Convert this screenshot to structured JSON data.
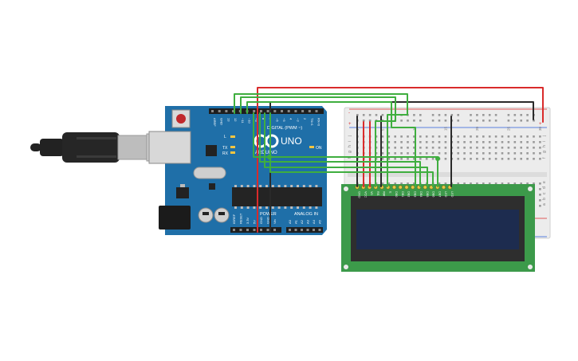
{
  "arduino": {
    "model": "UNO",
    "brand": "ARDUINO",
    "digital_label": "DIGITAL (PWM ~)",
    "power_label": "POWER",
    "analog_label": "ANALOG IN",
    "on_label": "ON",
    "led_labels": [
      "L",
      "TX",
      "RX"
    ],
    "top_header_labels": [
      "AREF",
      "GND",
      "13",
      "12",
      "~11",
      "~10",
      "~9",
      "8",
      "7",
      "~6",
      "~5",
      "4",
      "~3",
      "2",
      "TX>1",
      "RX<0"
    ],
    "power_header_labels": [
      "IOREF",
      "RESET",
      "3.3V",
      "5V",
      "GND",
      "GND",
      "Vin"
    ],
    "analog_header_labels": [
      "A0",
      "A1",
      "A2",
      "A3",
      "A4",
      "A5"
    ]
  },
  "breadboard": {
    "column_numbers": [
      "1",
      "5",
      "10",
      "15",
      "20",
      "25",
      "30"
    ],
    "row_letters_top": [
      "j",
      "i",
      "h",
      "g",
      "f"
    ],
    "row_letters_bottom": [
      "e",
      "d",
      "c",
      "b",
      "a"
    ],
    "rail_plus": "+",
    "rail_minus": "-"
  },
  "lcd": {
    "pin_labels": [
      "GND",
      "VCC",
      "V0",
      "RS",
      "RW",
      "E",
      "DB0",
      "DB1",
      "DB2",
      "DB3",
      "DB4",
      "DB5",
      "DB6",
      "DB7",
      "LED",
      "LED"
    ]
  },
  "colors": {
    "arduino_board": "#1f6fa8",
    "lcd_board": "#3c9a4a",
    "lcd_screen": "#1d2c4f",
    "wire_red": "#d92b2b",
    "wire_black": "#2a2a2a",
    "wire_green": "#3fae3f",
    "breadboard": "#ececec"
  }
}
